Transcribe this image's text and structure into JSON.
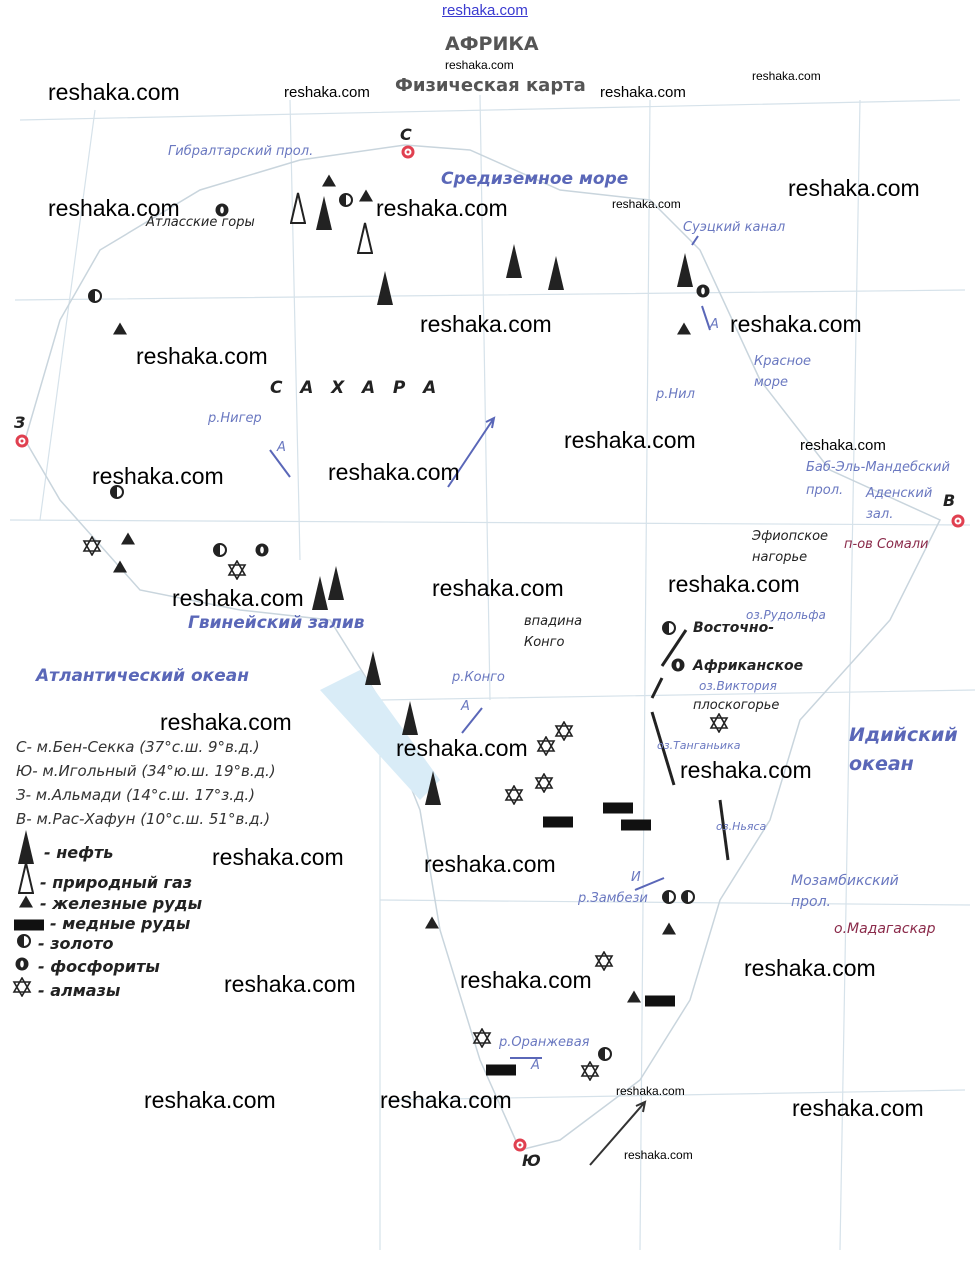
{
  "header": {
    "site": "reshaka.com",
    "title": "АФРИКА",
    "subtitle": "Физическая карта"
  },
  "labels": {
    "gibraltar": "Гибралтарский прол.",
    "mediterranean": "Средиземное море",
    "atlas": "Атласские горы",
    "suez": "Суэцкий канал",
    "sahara": "С   А   Х   А   Р   А",
    "niger": "р.Нигер",
    "nile": "р.Нил",
    "red_sea_1": "Красное",
    "red_sea_2": "море",
    "bab_1": "Баб-Эль-Мандебский",
    "bab_2": "прол.",
    "aden_1": "Аденский",
    "aden_2": "зал.",
    "somali": "п-ов Сомали",
    "ethiopia_1": "Эфиопское",
    "ethiopia_2": "нагорье",
    "guinea": "Гвинейский залив",
    "atlantic": "Атлантический океан",
    "congo_basin_1": "впадина",
    "congo_basin_2": "Конго",
    "congo": "р.Конго",
    "rudolf": "оз.Рудольфа",
    "east_1": "Восточно-",
    "east_2": "Африканское",
    "victoria": "оз.Виктория",
    "east_3": "плоскогорье",
    "tanganyika": "оз.Танганьика",
    "indian_1": "Идийский",
    "indian_2": "океан",
    "nyasa": "оз.Ньяса",
    "mozambique_1": "Мозамбикский",
    "mozambique_2": "прол.",
    "madagascar": "о.Мадагаскар",
    "zambezi": "р.Замбези",
    "orange": "р.Оранжевая",
    "arrow_a": "А",
    "arrow_i": "И"
  },
  "points": {
    "n": "С",
    "s": "Ю",
    "w": "З",
    "e": "В"
  },
  "capes": [
    "С- м.Бен-Секка (37°с.ш. 9°в.д.)",
    "Ю- м.Игольный (34°ю.ш. 19°в.д.)",
    "З- м.Альмади (14°с.ш. 17°з.д.)",
    "В- м.Рас-Хафун (10°с.ш. 51°в.д.)"
  ],
  "legend": [
    {
      "icon": "oil-icon",
      "label": "- нефть"
    },
    {
      "icon": "gas-icon",
      "label": "- природный газ"
    },
    {
      "icon": "iron-icon",
      "label": "- железные руды"
    },
    {
      "icon": "copper-icon",
      "label": "- медные руды"
    },
    {
      "icon": "gold-icon",
      "label": "- золото"
    },
    {
      "icon": "phosphorite-icon",
      "label": "-  фосфориты"
    },
    {
      "icon": "diamond-icon",
      "label": "- алмазы"
    }
  ],
  "watermark": "reshaka.com",
  "colors": {
    "label_blue": "#5a67b8",
    "point_red": "#e04050"
  }
}
